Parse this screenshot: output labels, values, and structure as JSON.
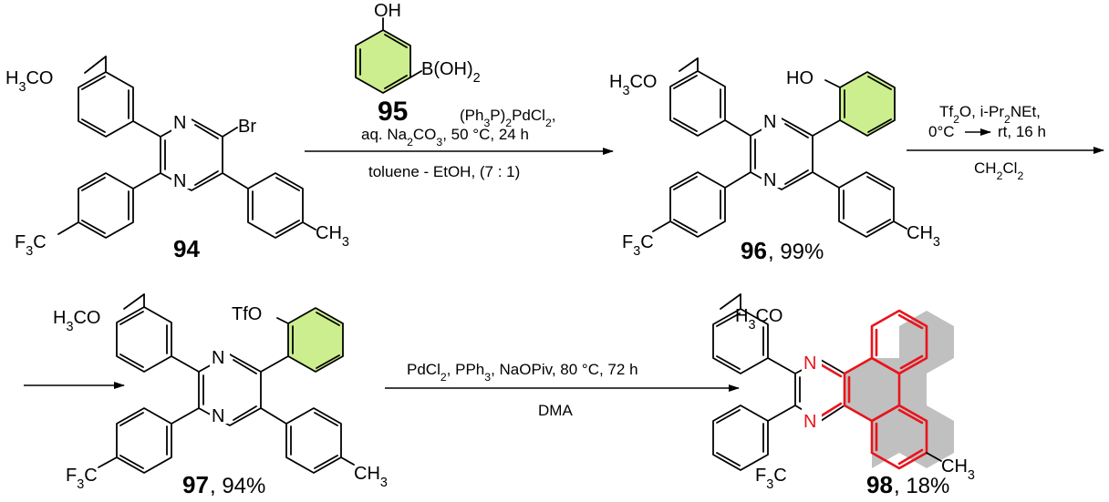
{
  "compounds": {
    "c94": {
      "number": "94",
      "substituents": {
        "methoxy": "H3CO",
        "trifluoromethyl": "F3C",
        "bromo": "Br",
        "methyl": "CH3",
        "n_top": "N",
        "n_bottom": "N"
      }
    },
    "c95": {
      "number": "95",
      "substituents": {
        "hydroxy": "OH",
        "boronic_acid": "B(OH)2"
      },
      "ring_fill": "#ccee8e"
    },
    "c96": {
      "number": "96",
      "yield": ", 99%",
      "substituents": {
        "methoxy": "H3CO",
        "trifluoromethyl": "F3C",
        "hydroxy": "HO",
        "methyl": "CH3",
        "n_top": "N",
        "n_bottom": "N"
      },
      "ring_fill": "#ccee8e"
    },
    "c97": {
      "number": "97",
      "yield": ", 94%",
      "substituents": {
        "methoxy": "H3CO",
        "trifluoromethyl": "F3C",
        "triflate": "TfO",
        "methyl": "CH3",
        "n_top": "N",
        "n_bottom": "N"
      },
      "ring_fill": "#ccee8e"
    },
    "c98": {
      "number": "98",
      "yield": ", 18%",
      "substituents": {
        "methoxy": "H3CO",
        "trifluoromethyl": "F3C",
        "methyl": "CH3",
        "n_top": "N",
        "n_bottom": "N"
      },
      "core_fill": "#c0c0c0",
      "core_stroke": "#e8141c",
      "n_color": "#e8141c"
    }
  },
  "reactions": {
    "step1": {
      "reagent_line": "(Ph3P)2PdCl2,",
      "line2": "aq. Na2CO3, 50 °C, 24 h",
      "line3": "toluene - EtOH, (7 : 1)"
    },
    "step2": {
      "line1": "Tf2O, i-Pr2NEt,",
      "line2_a": "0°C",
      "line2_b": "rt, 16 h",
      "line3": "CH2Cl2"
    },
    "step3": {
      "line1": "PdCl2, PPh3, NaOPiv, 80 °C, 72 h",
      "line2": "DMA"
    }
  }
}
